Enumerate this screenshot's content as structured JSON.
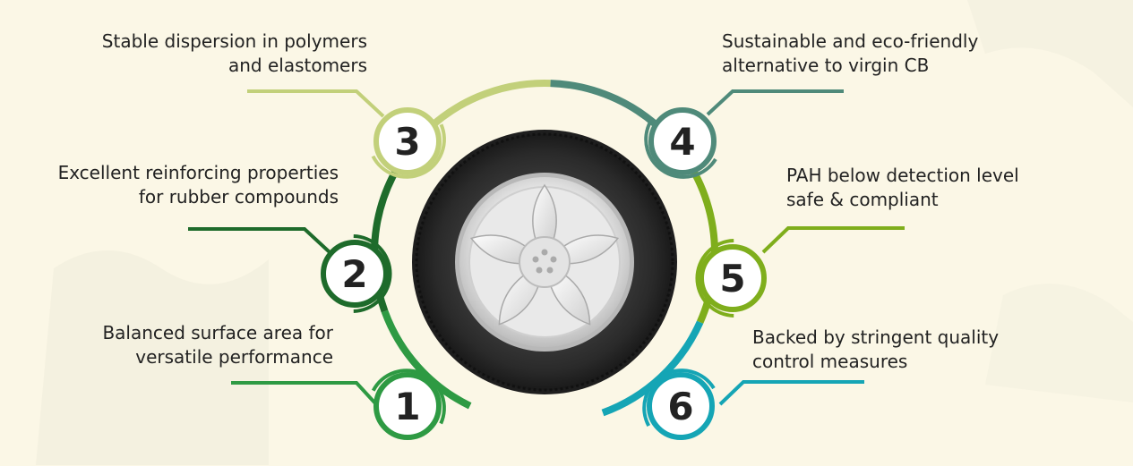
{
  "features": [
    {
      "number": "1",
      "line1": "Balanced surface area for",
      "line2": "versatile performance",
      "color": "#2e9a43"
    },
    {
      "number": "2",
      "line1": "Excellent reinforcing properties",
      "line2": "for rubber compounds",
      "color": "#1e6b2b"
    },
    {
      "number": "3",
      "line1": "Stable dispersion in polymers",
      "line2": "and elastomers",
      "color": "#c2d07a"
    },
    {
      "number": "4",
      "line1": "Sustainable and eco-friendly",
      "line2": "alternative to virgin CB",
      "color": "#4f8a7a"
    },
    {
      "number": "5",
      "line1": "PAH below detection level",
      "line2": "safe & compliant",
      "color": "#7fae1c"
    },
    {
      "number": "6",
      "line1": "Backed by stringent quality",
      "line2": "control measures",
      "color": "#15a5b5"
    }
  ],
  "icons": {
    "center": "tire-icon"
  }
}
